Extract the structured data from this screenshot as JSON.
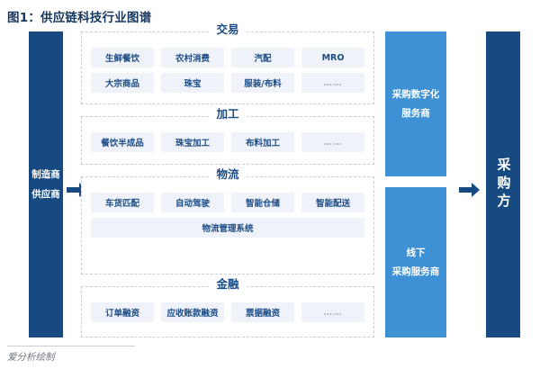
{
  "figure": {
    "title": "图1：供应链科技行业图谱",
    "credit": "爱分析绘制"
  },
  "colors": {
    "end_column": "#164a81",
    "mid_column": "#3d91d4",
    "chip_bg": "#eff3f9",
    "chip_text": "#1b4b85",
    "group_border": "#c9cdd4",
    "title_text": "#17365c",
    "arrow": "#164a81"
  },
  "left_column": {
    "name": "manufacturer-supplier",
    "lines": [
      "制造商",
      "供应商"
    ]
  },
  "right_column": {
    "name": "buyer",
    "label": "采购方"
  },
  "arrows": [
    {
      "name": "arrow-supplier-to-groups",
      "icon": "arrow-right-icon"
    },
    {
      "name": "arrow-services-to-buyer",
      "icon": "arrow-right-icon"
    }
  ],
  "mid_columns": [
    {
      "name": "procurement-digital-service-provider",
      "lines": [
        "采购数字化",
        "服务商"
      ]
    },
    {
      "name": "offline-procurement-service-provider",
      "lines": [
        "线下",
        "采购服务商"
      ]
    }
  ],
  "groups": [
    {
      "name": "transaction",
      "title": "交易",
      "rows": [
        [
          {
            "label": "生鲜餐饮",
            "ellipsis": false
          },
          {
            "label": "农村消费",
            "ellipsis": false
          },
          {
            "label": "汽配",
            "ellipsis": false
          },
          {
            "label": "MRO",
            "ellipsis": false
          }
        ],
        [
          {
            "label": "大宗商品",
            "ellipsis": false
          },
          {
            "label": "珠宝",
            "ellipsis": false
          },
          {
            "label": "服装/布料",
            "ellipsis": false
          },
          {
            "label": "……",
            "ellipsis": true
          }
        ]
      ]
    },
    {
      "name": "processing",
      "title": "加工",
      "rows": [
        [
          {
            "label": "餐饮半成品",
            "ellipsis": false
          },
          {
            "label": "珠宝加工",
            "ellipsis": false
          },
          {
            "label": "布料加工",
            "ellipsis": false
          },
          {
            "label": "……",
            "ellipsis": true
          }
        ]
      ]
    },
    {
      "name": "logistics",
      "title": "物流",
      "rows": [
        [
          {
            "label": "车货匹配",
            "ellipsis": false
          },
          {
            "label": "自动驾驶",
            "ellipsis": false
          },
          {
            "label": "智能仓储",
            "ellipsis": false
          },
          {
            "label": "智能配送",
            "ellipsis": false
          }
        ],
        [
          {
            "label": "物流管理系统",
            "ellipsis": false,
            "full_width": true
          }
        ]
      ]
    },
    {
      "name": "finance",
      "title": "金融",
      "rows": [
        [
          {
            "label": "订单融资",
            "ellipsis": false
          },
          {
            "label": "应收账款融资",
            "ellipsis": false
          },
          {
            "label": "票据融资",
            "ellipsis": false
          },
          {
            "label": "……",
            "ellipsis": true
          }
        ]
      ]
    }
  ]
}
